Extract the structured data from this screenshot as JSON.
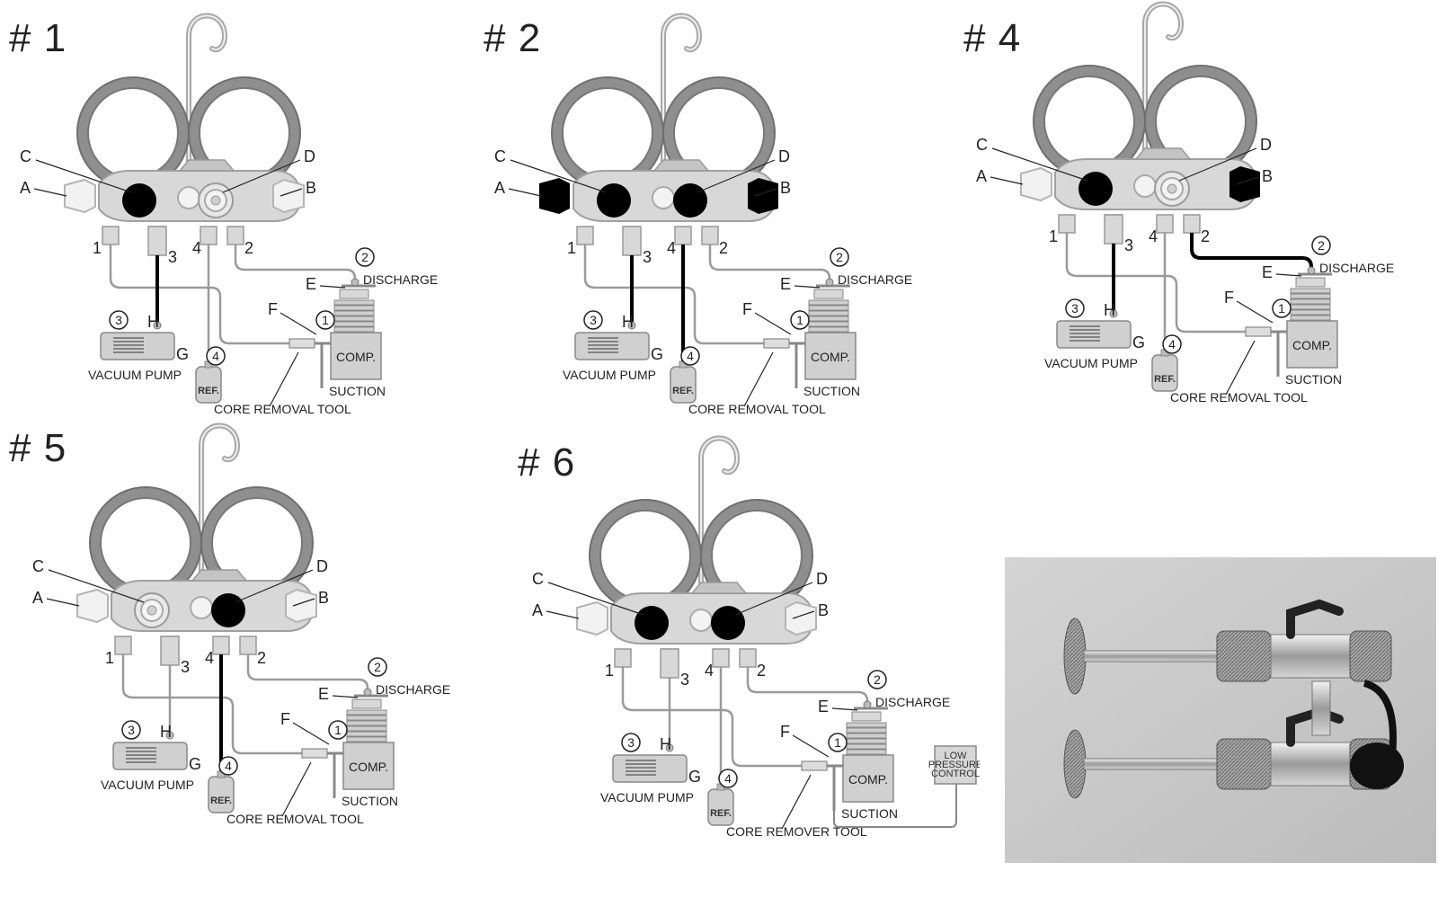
{
  "panels": [
    {
      "id": "p1",
      "title": "# 1",
      "knobs": {
        "A": "white",
        "C": "closed",
        "D": "open",
        "B": "white"
      },
      "hoses": {
        "h3": "black",
        "h4": "grey",
        "h2": "grey"
      },
      "labels": {
        "A": "A",
        "B": "B",
        "C": "C",
        "D": "D",
        "E": "E",
        "F": "F",
        "G": "G",
        "H": "H",
        "p1": "1",
        "p2": "2",
        "p3": "3",
        "p4": "4",
        "c1": "1",
        "c2": "2",
        "c3": "3",
        "c4": "4",
        "discharge": "DISCHARGE",
        "suction": "SUCTION",
        "comp": "COMP.",
        "ref": "REF.",
        "vacuum": "VACUUM PUMP",
        "core": "CORE REMOVAL TOOL"
      }
    },
    {
      "id": "p2",
      "title": "# 2",
      "knobs": {
        "A": "black",
        "C": "closed",
        "D": "closed",
        "B": "black"
      },
      "hoses": {
        "h3": "black",
        "h4": "black",
        "h2": "grey"
      },
      "labels": {
        "A": "A",
        "B": "B",
        "C": "C",
        "D": "D",
        "E": "E",
        "F": "F",
        "G": "G",
        "H": "H",
        "p1": "1",
        "p2": "2",
        "p3": "3",
        "p4": "4",
        "c1": "1",
        "c2": "2",
        "c3": "3",
        "c4": "4",
        "discharge": "DISCHARGE",
        "suction": "SUCTION",
        "comp": "COMP.",
        "ref": "REF.",
        "vacuum": "VACUUM PUMP",
        "core": "CORE REMOVAL TOOL"
      }
    },
    {
      "id": "p4",
      "title": "# 4",
      "knobs": {
        "A": "white",
        "C": "closed",
        "D": "open",
        "B": "black"
      },
      "hoses": {
        "h3": "black",
        "h4": "grey",
        "h2": "black"
      },
      "labels": {
        "A": "A",
        "B": "B",
        "C": "C",
        "D": "D",
        "E": "E",
        "F": "F",
        "G": "G",
        "H": "H",
        "p1": "1",
        "p2": "2",
        "p3": "3",
        "p4": "4",
        "c1": "1",
        "c2": "2",
        "c3": "3",
        "c4": "4",
        "discharge": "DISCHARGE",
        "suction": "SUCTION",
        "comp": "COMP.",
        "ref": "REF.",
        "vacuum": "VACUUM PUMP",
        "core": "CORE REMOVAL TOOL"
      }
    },
    {
      "id": "p5",
      "title": "# 5",
      "knobs": {
        "A": "white",
        "C": "open",
        "D": "closed",
        "B": "white"
      },
      "hoses": {
        "h3": "grey",
        "h4": "black",
        "h2": "grey"
      },
      "labels": {
        "A": "A",
        "B": "B",
        "C": "C",
        "D": "D",
        "E": "E",
        "F": "F",
        "G": "G",
        "H": "H",
        "p1": "1",
        "p2": "2",
        "p3": "3",
        "p4": "4",
        "c1": "1",
        "c2": "2",
        "c3": "3",
        "c4": "4",
        "discharge": "DISCHARGE",
        "suction": "SUCTION",
        "comp": "COMP.",
        "ref": "REF.",
        "vacuum": "VACUUM PUMP",
        "core": "CORE REMOVAL TOOL"
      }
    },
    {
      "id": "p6",
      "title": "# 6",
      "knobs": {
        "A": "white",
        "C": "closed",
        "D": "closed",
        "B": "white"
      },
      "hoses": {
        "h3": "grey",
        "h4": "grey",
        "h2": "grey"
      },
      "lowPressure": "LOW PRESSURE CONTROL",
      "labels": {
        "A": "A",
        "B": "B",
        "C": "C",
        "D": "D",
        "E": "E",
        "F": "F",
        "G": "G",
        "H": "H",
        "p1": "1",
        "p2": "2",
        "p3": "3",
        "p4": "4",
        "c1": "1",
        "c2": "2",
        "c3": "3",
        "c4": "4",
        "discharge": "DISCHARGE",
        "suction": "SUCTION",
        "comp": "COMP.",
        "ref": "REF.",
        "vacuum": "VACUUM PUMP",
        "core": "CORE REMOVER TOOL"
      }
    }
  ],
  "lowPressureLines": [
    "LOW",
    "PRESSURE",
    "CONTROL"
  ],
  "colors": {
    "black": "#000000",
    "hoseGrey": "#9a9a9a",
    "gaugeRing": "#8f8f8f",
    "body": "#d8d8d8",
    "photoBg": "#c8c8c8"
  },
  "photo": {
    "subject": "core-removal-tools-photo"
  }
}
